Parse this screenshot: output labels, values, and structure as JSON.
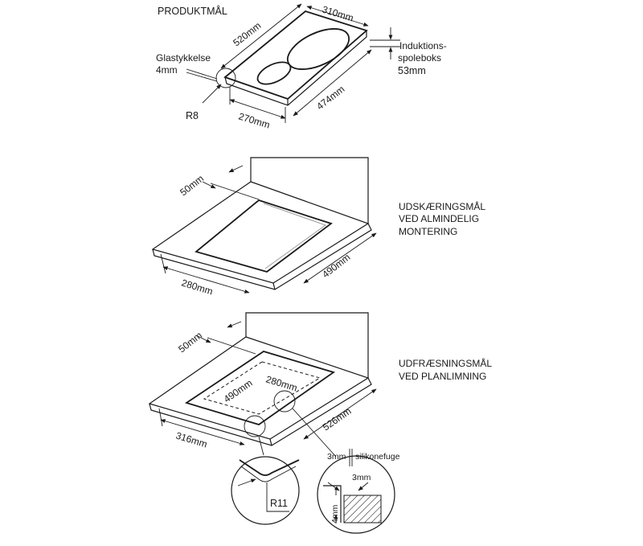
{
  "top": {
    "title": "PRODUKTMÅL",
    "dim_width": "520mm",
    "dim_depth": "310mm",
    "dim_front": "270mm",
    "dim_side": "474mm",
    "glass_label_1": "Glastykkelse",
    "glass_label_2": "4mm",
    "radius_label": "R8",
    "box_label_1": "Induktions-",
    "box_label_2": "spoleboks",
    "box_label_3": "53mm"
  },
  "middle": {
    "heading_1": "UDSKÆRINGSMÅL",
    "heading_2": "VED ALMINDELIG",
    "heading_3": "MONTERING",
    "dim_edge": "50mm",
    "dim_width": "280mm",
    "dim_depth": "490mm"
  },
  "bottom": {
    "heading_1": "UDFRÆSNINGSMÅL",
    "heading_2": "VED PLANLIMNING",
    "dim_edge": "50mm",
    "dim_inner_w": "280mm",
    "dim_inner_d": "490mm",
    "dim_outer_w": "316mm",
    "dim_outer_d": "526mm",
    "radius_label": "R11",
    "gap_label": "3mm",
    "silicone_label": "silikonefuge",
    "detail_w": "3mm",
    "detail_h": "4mm"
  }
}
